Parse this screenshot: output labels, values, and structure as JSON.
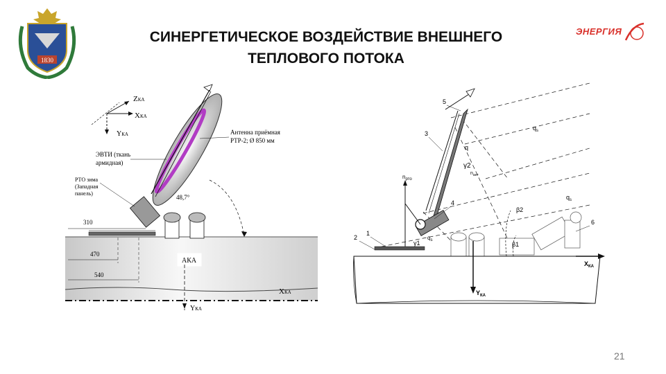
{
  "header": {
    "title_line1": "СИНЕРГЕТИЧЕСКОЕ ВОЗДЕЙСТВИЕ ВНЕШНЕГО",
    "title_line2": "ТЕПЛОВОГО ПОТОКА",
    "crest_year": "1830",
    "brand": "ЭНЕРГИЯ"
  },
  "left_diagram": {
    "axis_z": "Z",
    "axis_z_sub": "КА",
    "axis_x": "X",
    "axis_x_sub": "КА",
    "axis_y": "Y",
    "axis_y_sub": "КА",
    "antenna_label_1": "Антенна приёмная",
    "antenna_label_2": "РТР-2; Ø 850 мм",
    "evti_label_1": "ЭВТИ (ткань",
    "evti_label_2": "армидная)",
    "rto_label_1": "РТО зима",
    "rto_label_2": "(Западная",
    "rto_label_3": "панель)",
    "angle": "48,7°",
    "dim_310": "310",
    "dim_470": "470",
    "dim_540": "540",
    "aka_label": "АКА",
    "ground_x": "X",
    "ground_x_sub": "КА",
    "ground_y": "Y",
    "ground_y_sub": "КА"
  },
  "right_diagram": {
    "n5": "5",
    "n3": "3",
    "n4": "4",
    "n1": "1",
    "n2": "2",
    "n6": "6",
    "q": "q",
    "gamma2": "γ2",
    "n_ant": "n",
    "n_ant_sub": "ант",
    "q_s_top": "q",
    "q_s_top_sub": "s",
    "q_s_mid": "q",
    "q_s_mid_sub": "s",
    "n_rto": "n",
    "n_rto_sub": "рто",
    "beta2": "β2",
    "beta1": "β1",
    "gamma1": "γ1",
    "q_s_low": "q",
    "q_s_low_sub": "s",
    "x_ka": "X",
    "x_ka_sub": "КА",
    "y_ka": "Y",
    "y_ka_sub": "КА"
  },
  "footer": {
    "page_number": "21"
  }
}
